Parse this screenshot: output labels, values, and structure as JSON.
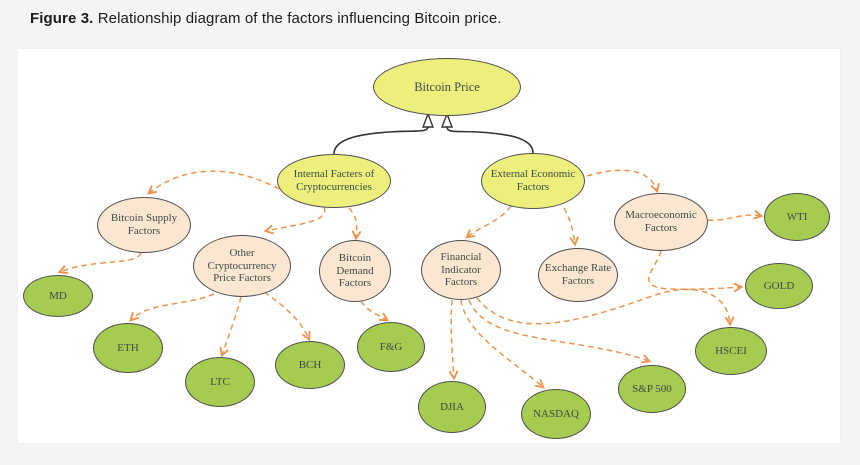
{
  "caption": {
    "figure_label": "Figure 3.",
    "text": " Relationship diagram of the factors influencing Bitcoin price."
  },
  "diagram": {
    "title": "Relationship diagram of the factors influencing Bitcoin price",
    "colors": {
      "yellow": "#edef7d",
      "peach": "#fbe7d1",
      "green": "#a5cc50",
      "arrow": "#f0924a",
      "solid_line": "#333333",
      "border": "#4f4f4f"
    },
    "nodes": [
      {
        "id": "bitcoin-price",
        "label": "Bitcoin Price",
        "fill": "yellow",
        "level": "root"
      },
      {
        "id": "internal-factors",
        "label": "Internal Facters of Cryptocurrencies",
        "fill": "yellow",
        "level": "category-group"
      },
      {
        "id": "external-factors",
        "label": "External Economic Factors",
        "fill": "yellow",
        "level": "category-group"
      },
      {
        "id": "bitcoin-supply",
        "label": "Bitcoin Supply Factors",
        "fill": "peach",
        "level": "category"
      },
      {
        "id": "other-crypto",
        "label": "Other Cryptocurrency Price Factors",
        "fill": "peach",
        "level": "category"
      },
      {
        "id": "bitcoin-demand",
        "label": "Bitcoin Demand Factors",
        "fill": "peach",
        "level": "category"
      },
      {
        "id": "financial-indicator",
        "label": "Financial Indicator Factors",
        "fill": "peach",
        "level": "category"
      },
      {
        "id": "exchange-rate",
        "label": "Exchange Rate Factors",
        "fill": "peach",
        "level": "category"
      },
      {
        "id": "macroeconomic",
        "label": "Macroeconomic Factors",
        "fill": "peach",
        "level": "category"
      },
      {
        "id": "md",
        "label": "MD",
        "fill": "green",
        "level": "leaf"
      },
      {
        "id": "eth",
        "label": "ETH",
        "fill": "green",
        "level": "leaf"
      },
      {
        "id": "ltc",
        "label": "LTC",
        "fill": "green",
        "level": "leaf"
      },
      {
        "id": "bch",
        "label": "BCH",
        "fill": "green",
        "level": "leaf"
      },
      {
        "id": "fg",
        "label": "F&G",
        "fill": "green",
        "level": "leaf"
      },
      {
        "id": "djia",
        "label": "DJIA",
        "fill": "green",
        "level": "leaf"
      },
      {
        "id": "nasdaq",
        "label": "NASDAQ",
        "fill": "green",
        "level": "leaf"
      },
      {
        "id": "sp500",
        "label": "S&P 500",
        "fill": "green",
        "level": "leaf"
      },
      {
        "id": "hscei",
        "label": "HSCEI",
        "fill": "green",
        "level": "leaf"
      },
      {
        "id": "wti",
        "label": "WTI",
        "fill": "green",
        "level": "leaf"
      },
      {
        "id": "gold",
        "label": "GOLD",
        "fill": "green",
        "level": "leaf"
      }
    ],
    "edges": [
      {
        "from": "internal-factors",
        "to": "bitcoin-price",
        "type": "generalization"
      },
      {
        "from": "external-factors",
        "to": "bitcoin-price",
        "type": "generalization"
      },
      {
        "from": "internal-factors",
        "to": "bitcoin-supply",
        "type": "influence"
      },
      {
        "from": "internal-factors",
        "to": "other-crypto",
        "type": "influence"
      },
      {
        "from": "internal-factors",
        "to": "bitcoin-demand",
        "type": "influence"
      },
      {
        "from": "external-factors",
        "to": "financial-indicator",
        "type": "influence"
      },
      {
        "from": "external-factors",
        "to": "exchange-rate",
        "type": "influence"
      },
      {
        "from": "external-factors",
        "to": "macroeconomic",
        "type": "influence"
      },
      {
        "from": "bitcoin-supply",
        "to": "md",
        "type": "influence"
      },
      {
        "from": "other-crypto",
        "to": "eth",
        "type": "influence"
      },
      {
        "from": "other-crypto",
        "to": "ltc",
        "type": "influence"
      },
      {
        "from": "other-crypto",
        "to": "bch",
        "type": "influence"
      },
      {
        "from": "bitcoin-demand",
        "to": "fg",
        "type": "influence"
      },
      {
        "from": "financial-indicator",
        "to": "djia",
        "type": "influence"
      },
      {
        "from": "financial-indicator",
        "to": "nasdaq",
        "type": "influence"
      },
      {
        "from": "financial-indicator",
        "to": "sp500",
        "type": "influence"
      },
      {
        "from": "financial-indicator",
        "to": "hscei",
        "type": "influence"
      },
      {
        "from": "macroeconomic",
        "to": "wti",
        "type": "influence"
      },
      {
        "from": "macroeconomic",
        "to": "gold",
        "type": "influence"
      }
    ]
  }
}
